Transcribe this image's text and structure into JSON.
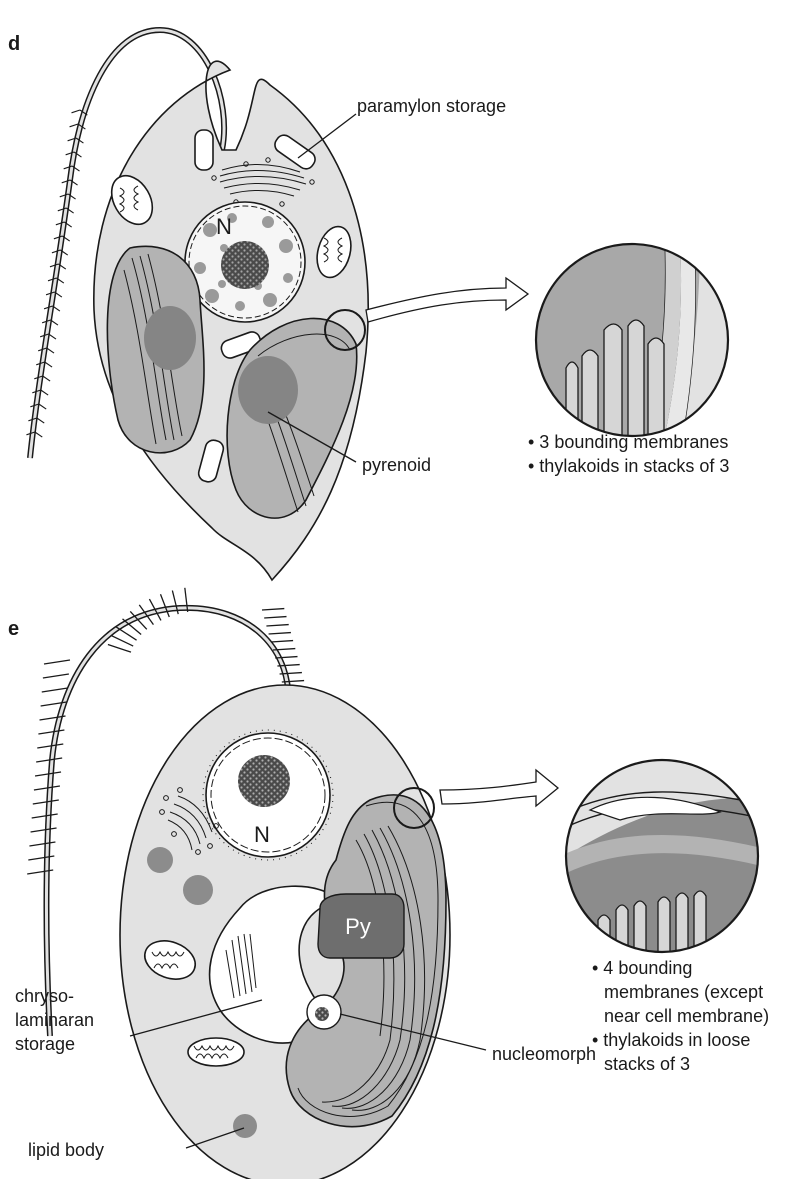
{
  "panels": [
    {
      "letter": "d",
      "nucleus_label": "N",
      "labels": {
        "storage": "paramylon storage",
        "pyrenoid": "pyrenoid"
      },
      "bullets": [
        "• 3 bounding membranes",
        "• thylakoids in stacks of 3"
      ]
    },
    {
      "letter": "e",
      "nucleus_label": "N",
      "pyrenoid_label": "Py",
      "labels": {
        "storage_line1": "chryso-",
        "storage_line2": "laminaran",
        "storage_line3": "storage",
        "lipid": "lipid body",
        "nucleomorph": "nucleomorph"
      },
      "bullets": [
        "• 4 bounding",
        "membranes (except",
        "near cell membrane)",
        "• thylakoids in loose",
        "stacks of 3"
      ]
    }
  ],
  "colors": {
    "cytoplasm": "#e2e2e2",
    "chloroplast": "#b3b3b3",
    "chloroplast_dark": "#8c8c8c",
    "pyrenoid": "#858585",
    "nucleolus": "#4a4a4a",
    "white": "#ffffff",
    "ink": "#1a1a1a"
  }
}
